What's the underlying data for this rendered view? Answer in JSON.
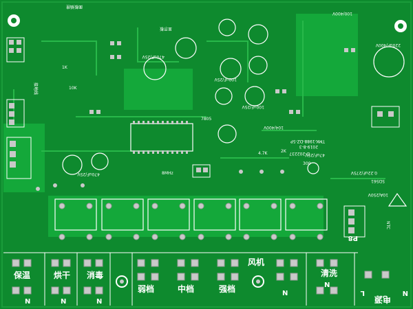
{
  "board": {
    "colors": {
      "substrate": "#0e8a2e",
      "copper": "#14a83a",
      "silkscreen": "#ffffff",
      "pad": "#c9c9c9",
      "pad_ring": "#9a9a9a",
      "edge": "#ffffff"
    },
    "bottom_labels": {
      "keep_warm": "保温",
      "dry": "烘干",
      "disinfect": "消毒",
      "low_speed": "弱档",
      "mid_speed": "中档",
      "high_speed": "强档",
      "fan": "风机",
      "wash": "清洗",
      "mains": "电源",
      "neutral": "N",
      "live": "L"
    },
    "left_labels": {
      "ground_wire": "接地线"
    },
    "top_labels": {
      "panel": "面板插座",
      "display": "显示板"
    },
    "part_markings": {
      "date": "2019-8-3",
      "rev": "D-202237",
      "code": "TMK-1988-DZ-5P",
      "cap1": "470uF/25V",
      "cap2": "100uF/25V",
      "cap3": "470uF/25V",
      "cap4": "220uF/400V",
      "cap5": "100uF/25V",
      "cap6": "47uF/25V",
      "cap7": "100/400V",
      "cap8": "104/400V",
      "cap9": "0.22uF/275V",
      "res1": "10K",
      "res2": "1K",
      "res3": "2K",
      "res4": "4.7K",
      "res5": "300",
      "fuse": "10A/250V",
      "vr": "5D561",
      "ic": "7805",
      "jp": "P8",
      "ntc": "NTC",
      "xtal": "8MHz"
    }
  }
}
